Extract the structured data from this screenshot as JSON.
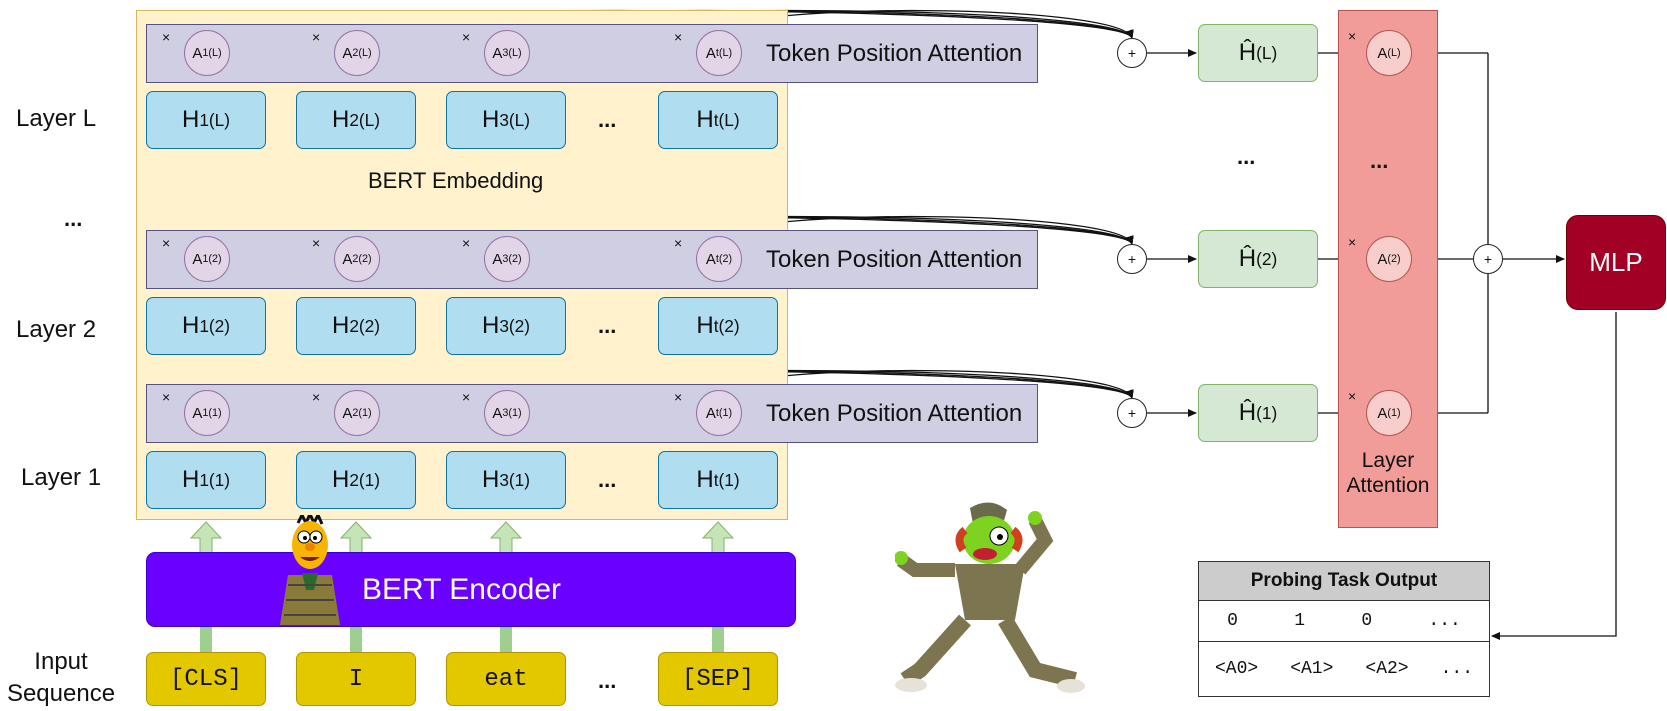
{
  "layer_labels": [
    "Layer L",
    "...",
    "Layer 2",
    "Layer 1"
  ],
  "input_label": "Input\nSequence",
  "bert_embedding_label": "BERT Embedding",
  "token_position_attention_label": "Token Position Attention",
  "bert_encoder_label": "BERT Encoder",
  "mlp_label": "MLP",
  "layer_attention_label": "Layer\nAttention",
  "times_symbol": "×",
  "plus_symbol": "+",
  "ellipsis": "...",
  "input_tokens": [
    "[CLS]",
    "I",
    "eat",
    "...",
    "[SEP]"
  ],
  "layers": [
    {
      "sup": "(L)",
      "hat_sup": "(L)"
    },
    {
      "sup": "(2)",
      "hat_sup": "(2)"
    },
    {
      "sup": "(1)",
      "hat_sup": "(1)"
    }
  ],
  "token_subs": [
    "1",
    "2",
    "3",
    "t"
  ],
  "h_base": "H",
  "a_base": "A",
  "hhat_base": "Ĥ",
  "probing_table": {
    "title": "Probing Task Output",
    "row1": [
      "0",
      "1",
      "0",
      "..."
    ],
    "row2": [
      "<A0>",
      "<A1>",
      "<A2>",
      "..."
    ]
  },
  "colors": {
    "bert_bg": "#fff2cc",
    "tpa": "#d0cee2",
    "h_box": "#b1ddf0",
    "a_bubble": "#e1d5e7",
    "hhat": "#d5e8d4",
    "layer_attention": "#f19c99",
    "encoder": "#6a00ff",
    "mlp": "#a20025",
    "input": "#e3c800",
    "arrow_up": "#9ecf8f"
  }
}
